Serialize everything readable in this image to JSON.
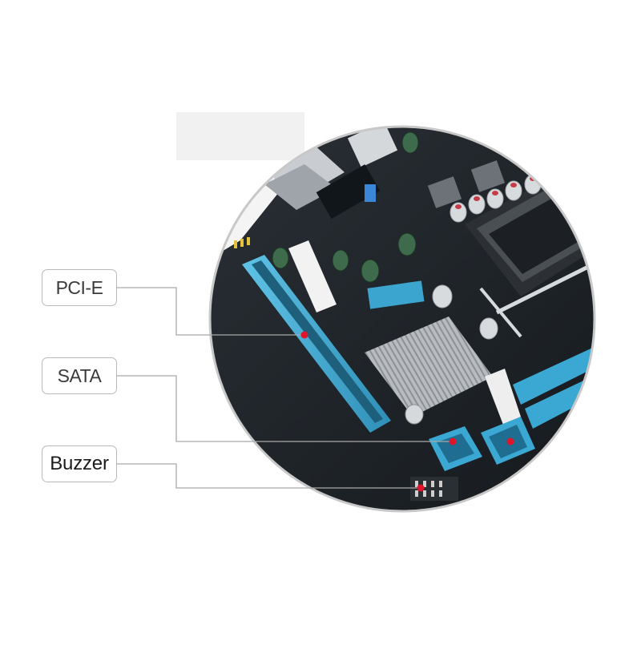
{
  "labels": {
    "pcie": "PCI-E",
    "sata": "SATA",
    "buzzer": "Buzzer"
  },
  "colors": {
    "slot_blue": "#35a9d3",
    "pcb": "#1e2328",
    "marker_red": "#e0142a",
    "callout_line": "#a9a9a9",
    "frame": "#c8c8c8"
  }
}
